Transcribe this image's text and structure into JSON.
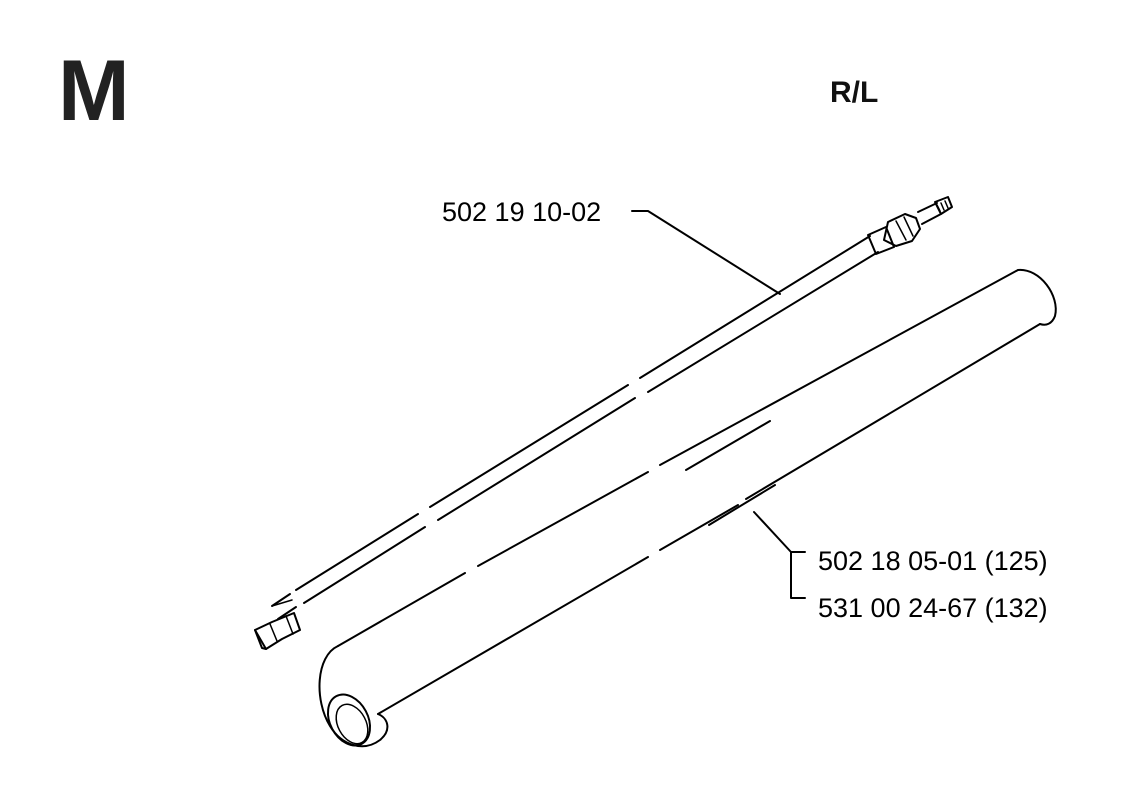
{
  "header": {
    "section_letter": "M",
    "variant_label": "R/L"
  },
  "parts": {
    "drive_shaft": {
      "part_number": "502 19 10-02"
    },
    "shaft_tube_a": {
      "part_number": "502 18 05-01 (125)"
    },
    "shaft_tube_b": {
      "part_number": "531 00 24-67 (132)"
    }
  },
  "colors": {
    "line": "#000000",
    "background": "#ffffff"
  }
}
